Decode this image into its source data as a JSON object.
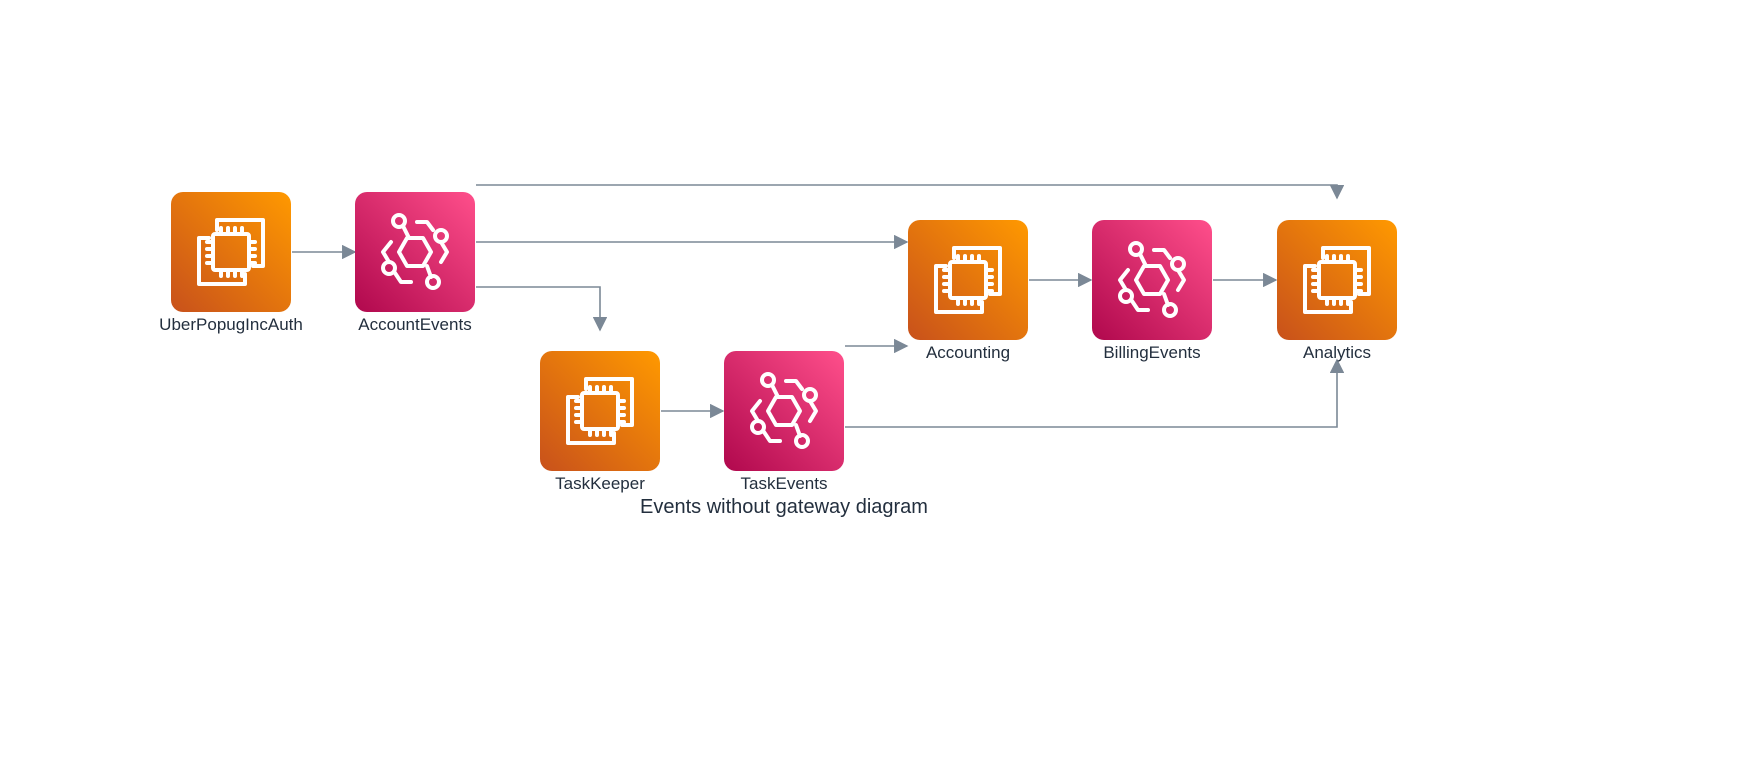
{
  "diagram": {
    "caption": "Events without gateway diagram",
    "colors": {
      "compute": "#e8700f",
      "eventbus": "#d6296b",
      "edge": "#7b8896"
    },
    "nodes": [
      {
        "id": "auth",
        "label": "UberPopugIncAuth",
        "kind": "compute",
        "icon": "ec2-instance-icon"
      },
      {
        "id": "accountEvents",
        "label": "AccountEvents",
        "kind": "eventbus",
        "icon": "eventbridge-icon"
      },
      {
        "id": "taskKeeper",
        "label": "TaskKeeper",
        "kind": "compute",
        "icon": "ec2-instance-icon"
      },
      {
        "id": "taskEvents",
        "label": "TaskEvents",
        "kind": "eventbus",
        "icon": "eventbridge-icon"
      },
      {
        "id": "accounting",
        "label": "Accounting",
        "kind": "compute",
        "icon": "ec2-instance-icon"
      },
      {
        "id": "billingEvents",
        "label": "BillingEvents",
        "kind": "eventbus",
        "icon": "eventbridge-icon"
      },
      {
        "id": "analytics",
        "label": "Analytics",
        "kind": "compute",
        "icon": "ec2-instance-icon"
      }
    ],
    "edges": [
      {
        "from": "auth",
        "to": "accountEvents"
      },
      {
        "from": "accountEvents",
        "to": "analytics"
      },
      {
        "from": "accountEvents",
        "to": "accounting"
      },
      {
        "from": "accountEvents",
        "to": "taskKeeper"
      },
      {
        "from": "taskKeeper",
        "to": "taskEvents"
      },
      {
        "from": "taskEvents",
        "to": "accounting"
      },
      {
        "from": "taskEvents",
        "to": "analytics"
      },
      {
        "from": "accounting",
        "to": "billingEvents"
      },
      {
        "from": "billingEvents",
        "to": "analytics"
      }
    ]
  }
}
